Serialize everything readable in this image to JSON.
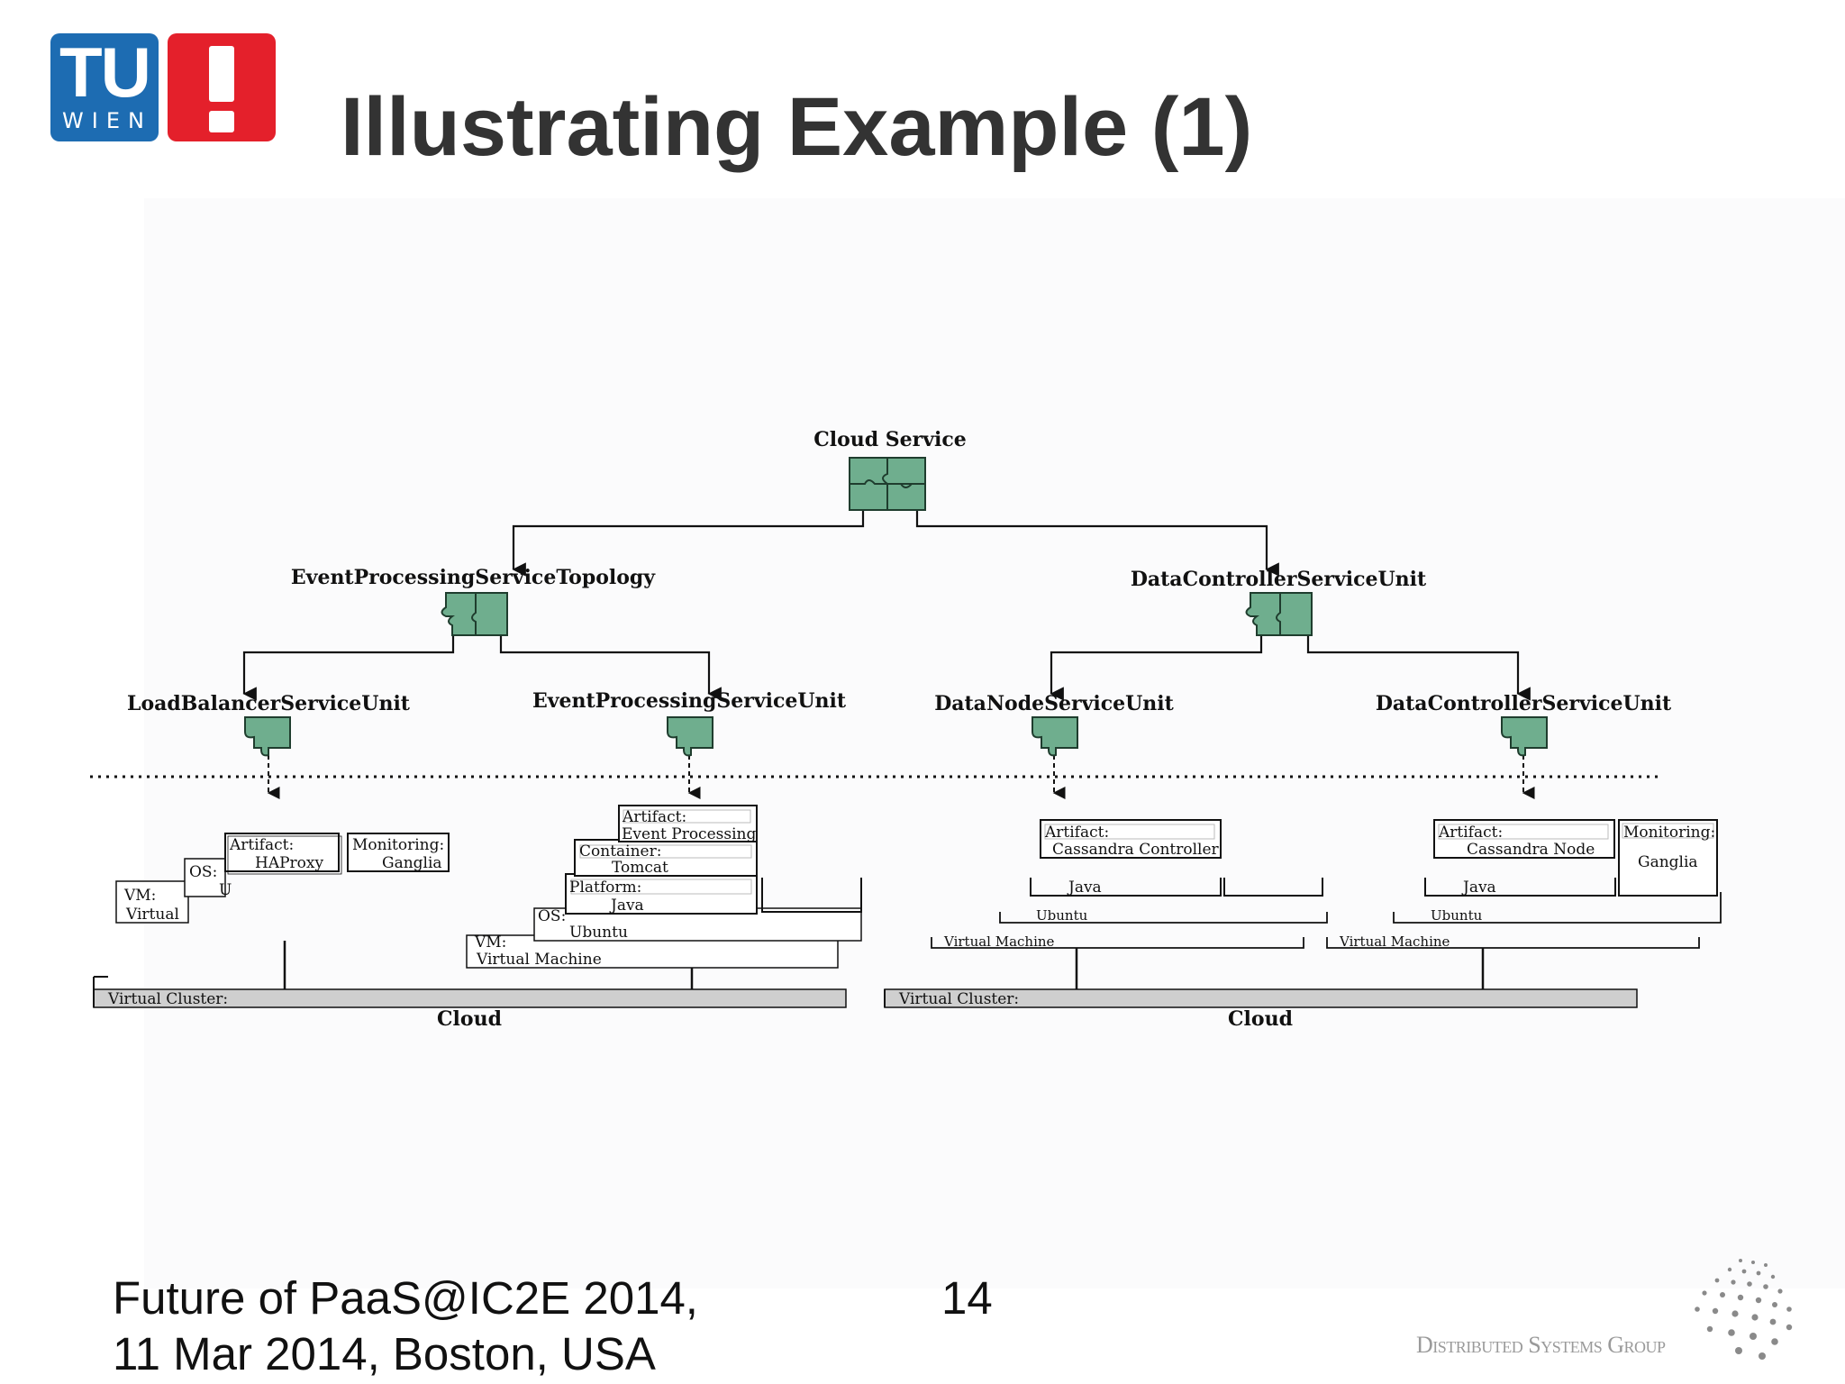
{
  "header": {
    "logo_text": "TU WIEN",
    "title": "Illustrating Example (1)"
  },
  "footer": {
    "conference_line1": "Future of PaaS@IC2E 2014,",
    "conference_line2": "11 Mar 2014, Boston, USA",
    "page_number": "14",
    "group_logo_text": "Distributed Systems Group"
  },
  "diagram": {
    "root_label": "Cloud Service",
    "topology_left": "EventProcessingServiceTopology",
    "topology_right": "DataControllerServiceUnit",
    "units": {
      "load_balancer": "LoadBalancerServiceUnit",
      "event_processing": "EventProcessingServiceUnit",
      "data_node": "DataNodeServiceUnit",
      "data_controller": "DataControllerServiceUnit"
    },
    "stacks": {
      "load_balancer": {
        "artifact_label": "Artifact:",
        "artifact_value": "HAProxy",
        "monitoring_label": "Monitoring:",
        "monitoring_value": "Ganglia",
        "os_label": "OS:",
        "os_value": "U",
        "vm_label": "VM:",
        "vm_value": "Virtual"
      },
      "event_processing": {
        "artifact_label": "Artifact:",
        "artifact_value": "Event Processing",
        "container_label": "Container:",
        "container_value": "Tomcat",
        "platform_label": "Platform:",
        "platform_value": "Java",
        "os_label": "OS:",
        "os_value": "Ubuntu",
        "vm_label": "VM:",
        "vm_value": "Virtual Machine"
      },
      "data_node": {
        "artifact_label": "Artifact:",
        "artifact_value": "Cassandra Controller",
        "platform_value": "Java",
        "os_value": "Ubuntu",
        "vm_value": "Virtual Machine"
      },
      "data_controller": {
        "artifact_label": "Artifact:",
        "artifact_value": "Cassandra Node",
        "monitoring_label": "Monitoring:",
        "monitoring_value": "Ganglia",
        "platform_value": "Java",
        "os_value": "Ubuntu",
        "vm_value": "Virtual Machine"
      }
    },
    "clusters": {
      "left_label": "Virtual Cluster:",
      "left_cloud": "Cloud",
      "right_label": "Virtual Cluster:",
      "right_cloud": "Cloud"
    },
    "colors": {
      "puzzle_fill": "#6fae8e",
      "puzzle_stroke": "#1f3d2e",
      "cluster_fill": "#cfcfcf",
      "line": "#111111"
    }
  }
}
